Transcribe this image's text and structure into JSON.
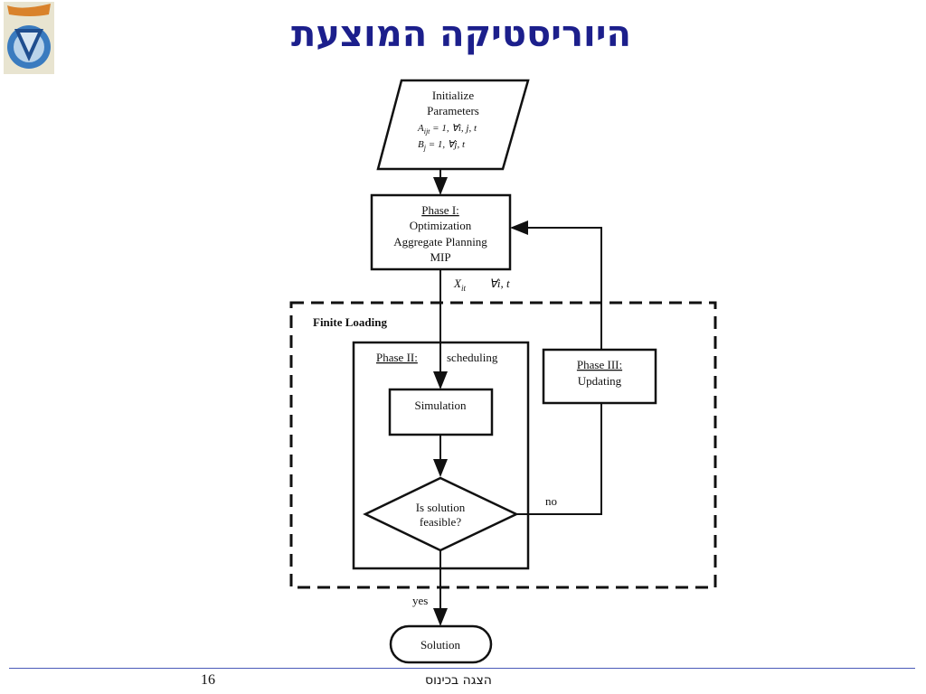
{
  "slide": {
    "title": "היוריסטיקה המוצעת",
    "page_number": "16",
    "footer": "הצגה בכינוס"
  },
  "flowchart": {
    "init": {
      "line1": "Initialize",
      "line2": "Parameters",
      "eq1": "A",
      "eq1_sub": "ijt",
      "eq1_rest": " = 1, ∀i, j, t",
      "eq2": "B",
      "eq2_sub": "j",
      "eq2_rest": " = 1, ∀j, t"
    },
    "phase1": {
      "heading": "Phase I:",
      "line1": "Optimization",
      "line2": "Aggregate Planning",
      "line3": "MIP"
    },
    "x_label": "X",
    "x_sub": "it",
    "x_forall": "∀i, t",
    "finite_loading": "Finite Loading",
    "phase2": {
      "heading": "Phase II:",
      "sub": "scheduling"
    },
    "simulation": "Simulation",
    "decision": {
      "line1": "Is solution",
      "line2": "feasible?"
    },
    "phase3": {
      "heading": "Phase III:",
      "line1": "Updating"
    },
    "no_label": "no",
    "yes_label": "yes",
    "solution": "Solution"
  }
}
